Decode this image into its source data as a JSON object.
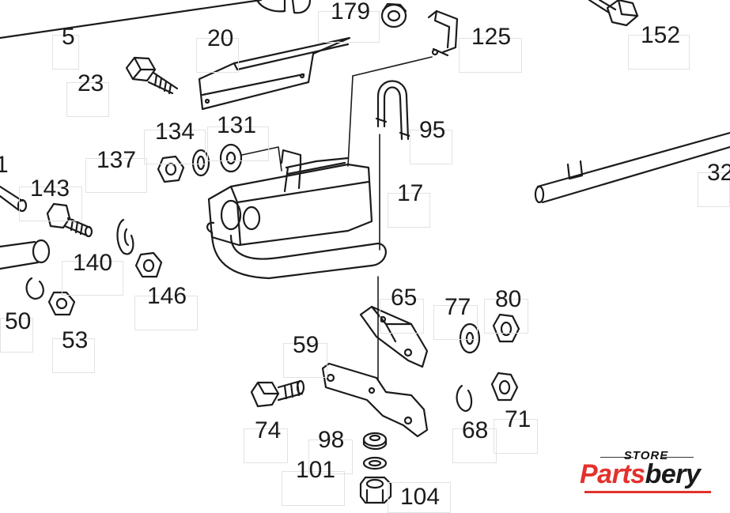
{
  "diagram": {
    "callouts": [
      {
        "id": "c5",
        "label": "5"
      },
      {
        "id": "c20",
        "label": "20"
      },
      {
        "id": "c179",
        "label": "179"
      },
      {
        "id": "c125",
        "label": "125"
      },
      {
        "id": "c152",
        "label": "152"
      },
      {
        "id": "c23",
        "label": "23"
      },
      {
        "id": "c95",
        "label": "95"
      },
      {
        "id": "c134",
        "label": "134"
      },
      {
        "id": "c131",
        "label": "131"
      },
      {
        "id": "c137",
        "label": "137"
      },
      {
        "id": "c1",
        "label": "1"
      },
      {
        "id": "c143",
        "label": "143"
      },
      {
        "id": "c17",
        "label": "17"
      },
      {
        "id": "c32",
        "label": "32"
      },
      {
        "id": "c140",
        "label": "140"
      },
      {
        "id": "c146",
        "label": "146"
      },
      {
        "id": "c65",
        "label": "65"
      },
      {
        "id": "c77",
        "label": "77"
      },
      {
        "id": "c80",
        "label": "80"
      },
      {
        "id": "c50",
        "label": "50"
      },
      {
        "id": "c53",
        "label": "53"
      },
      {
        "id": "c59",
        "label": "59"
      },
      {
        "id": "c68",
        "label": "68"
      },
      {
        "id": "c71",
        "label": "71"
      },
      {
        "id": "c74",
        "label": "74"
      },
      {
        "id": "c98",
        "label": "98"
      },
      {
        "id": "c101",
        "label": "101"
      },
      {
        "id": "c104",
        "label": "104"
      }
    ]
  },
  "watermark": {
    "store_text": "STORE",
    "brand_part_a": "Parts",
    "brand_part_b": "bery",
    "colors": {
      "accent": "#e3312d",
      "dark": "#1a1a1a"
    }
  }
}
